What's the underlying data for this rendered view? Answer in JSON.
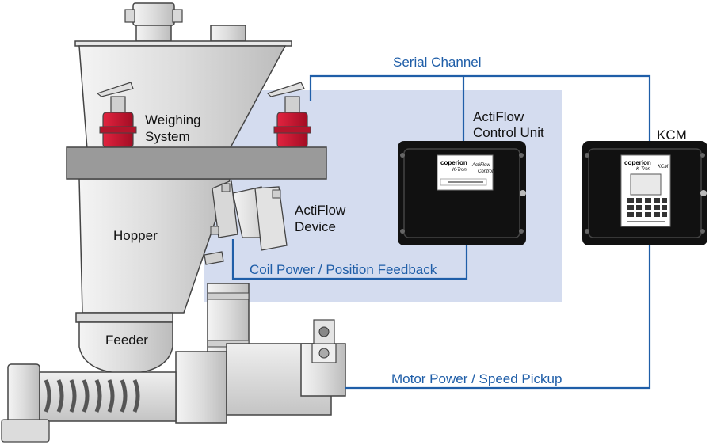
{
  "labels": {
    "serial_channel": "Serial Channel",
    "actiflow_control_unit_1": "ActiFlow",
    "actiflow_control_unit_2": "Control Unit",
    "kcm": "KCM",
    "weighing_1": "Weighing",
    "weighing_2": "System",
    "actiflow_device_1": "ActiFlow",
    "actiflow_device_2": "Device",
    "hopper": "Hopper",
    "coil_power": "Coil Power / Position Feedback",
    "feeder": "Feeder",
    "motor_power": "Motor Power / Speed Pickup"
  },
  "devices": {
    "control_unit_brand": "coperion",
    "control_unit_sub": "K-Tron",
    "control_unit_name": "ActiFlow",
    "control_unit_sub2": "Control",
    "kcm_brand": "coperion",
    "kcm_sub": "K-Tron",
    "kcm_name": "KCM"
  },
  "colors": {
    "wire": "#1f5ea8",
    "highlight": "#d4dcef",
    "load_cell": "#c8102e",
    "steel_light": "#e6e6e6",
    "steel_mid": "#bdbdbd",
    "frame": "#9a9a9a",
    "device_body": "#111111"
  }
}
